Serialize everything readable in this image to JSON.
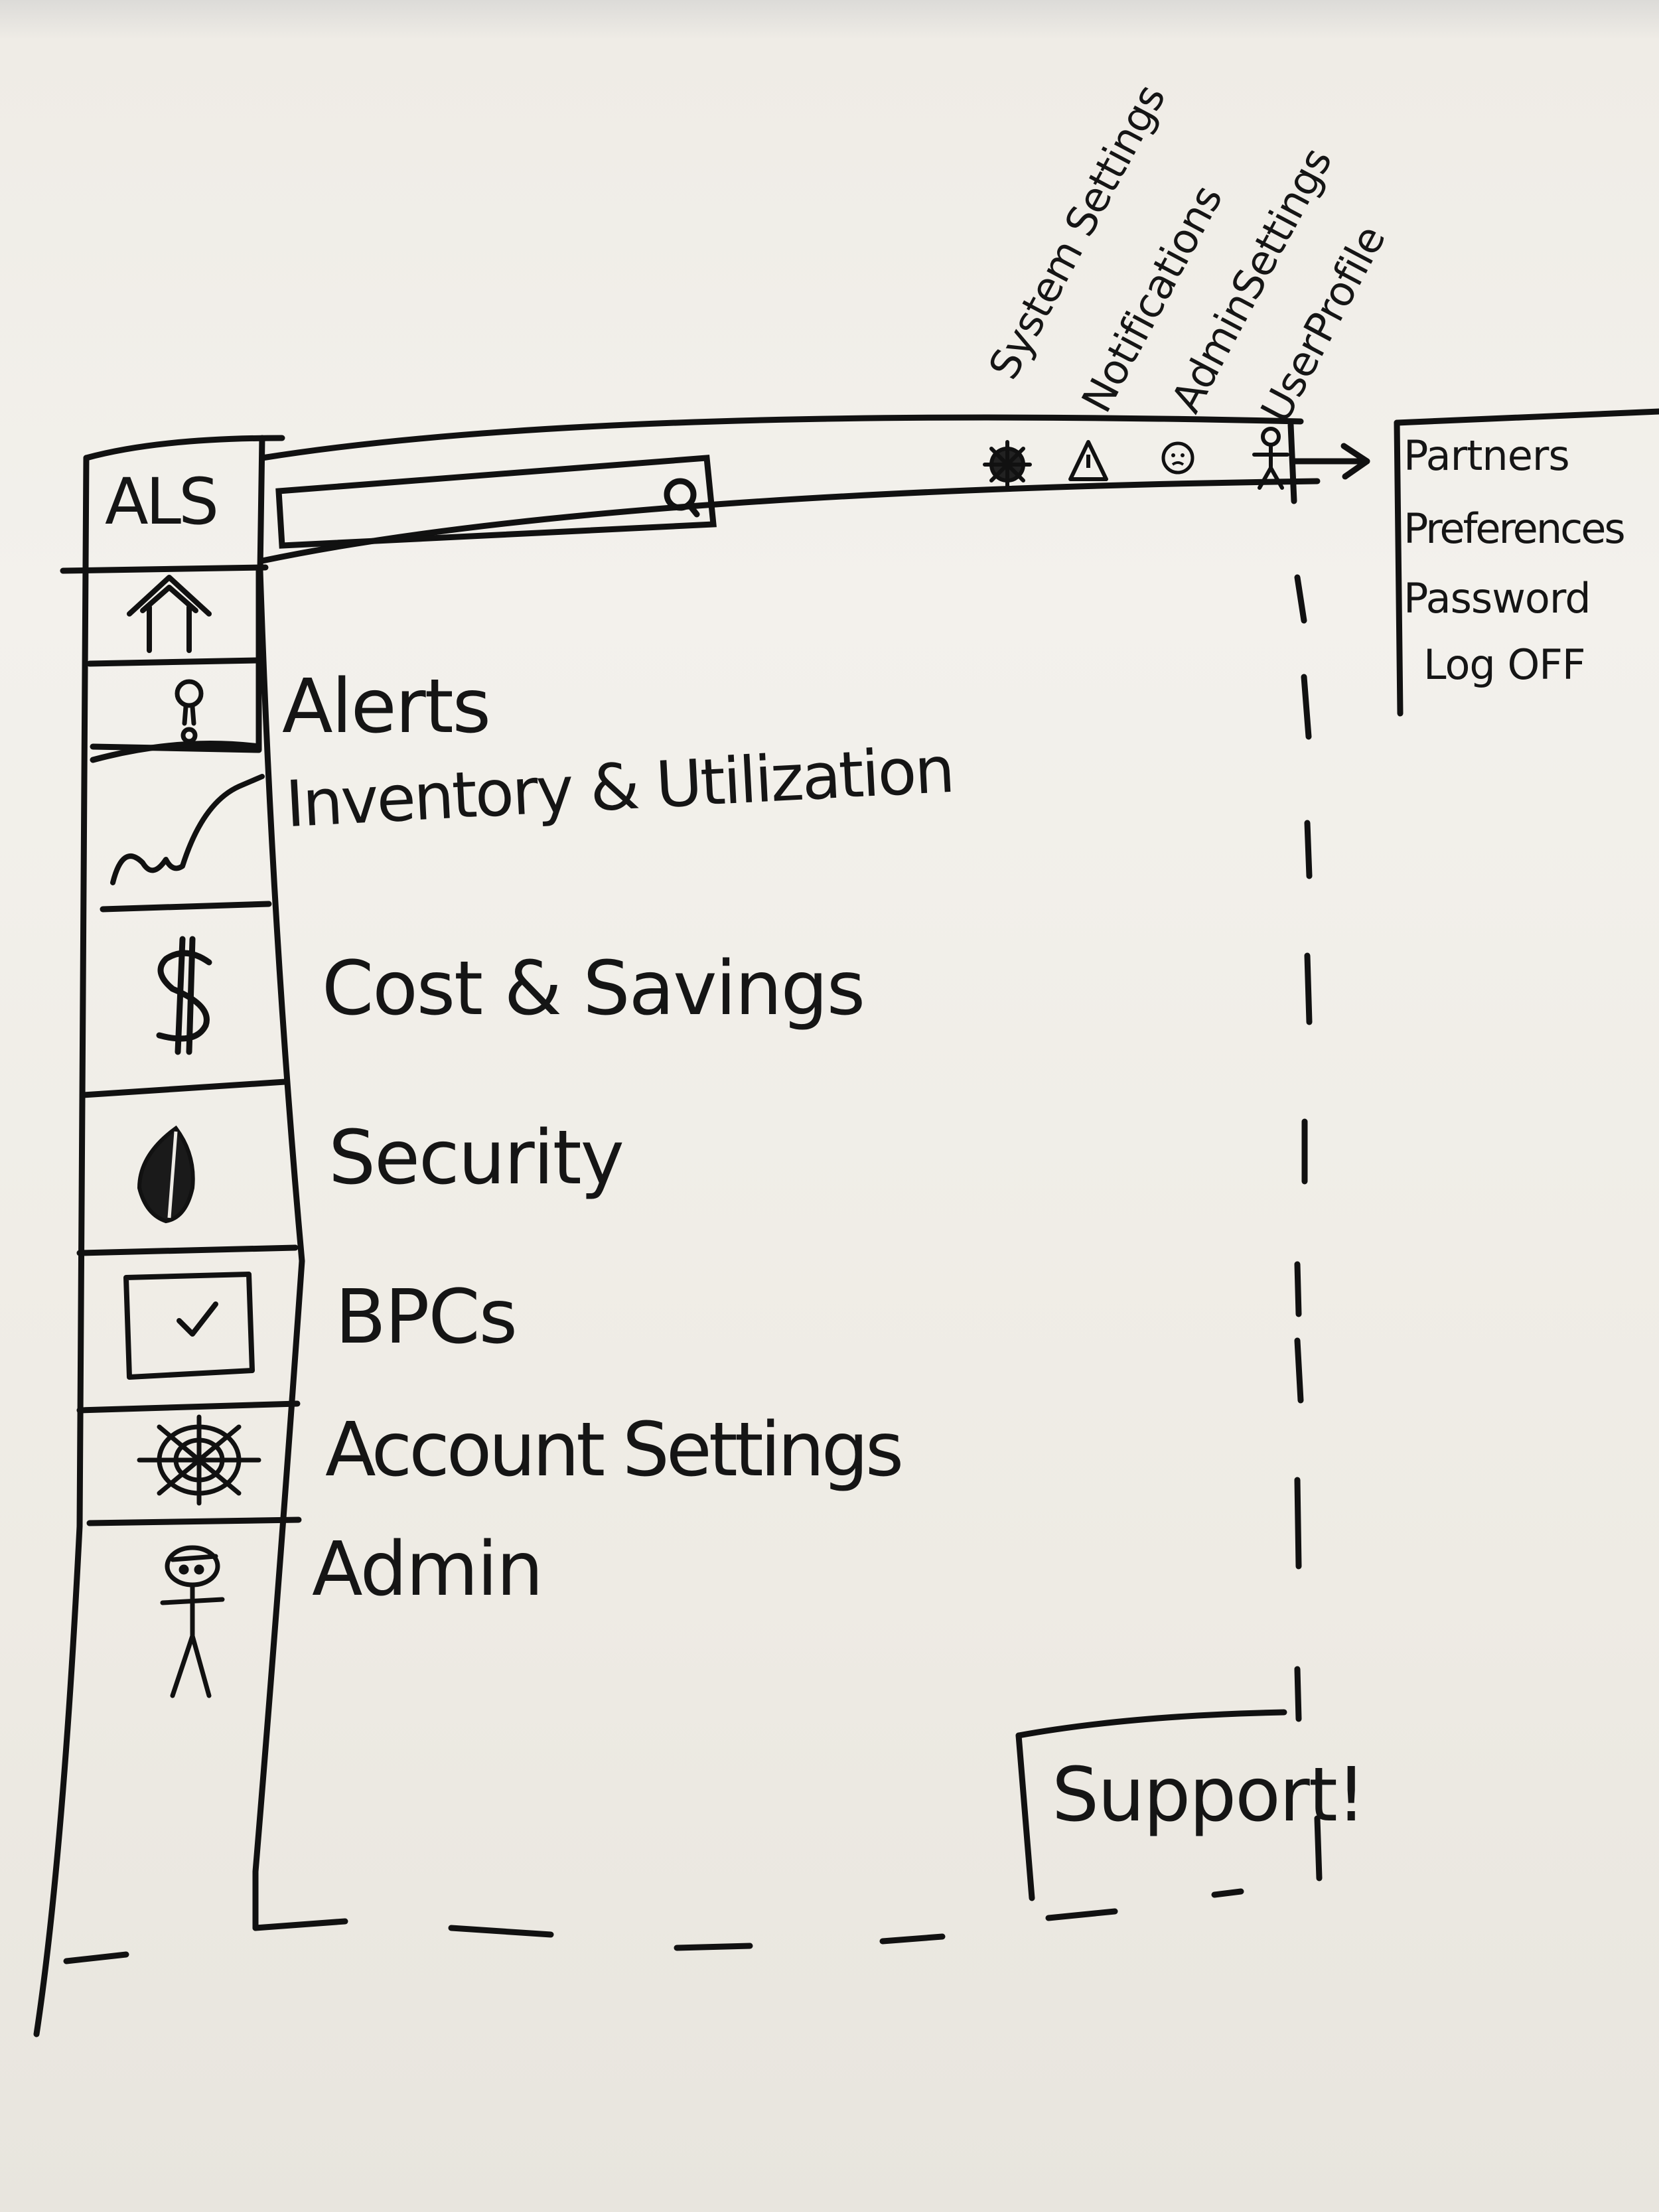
{
  "app": {
    "logo": "ALS"
  },
  "search": {
    "placeholder": "",
    "icon": "search-icon"
  },
  "top_bar": {
    "icons": [
      {
        "label": "System Settings",
        "icon": "gear-icon"
      },
      {
        "label": "Notifications",
        "icon": "alert-triangle-icon"
      },
      {
        "label": "AdminSettings",
        "icon": "admin-face-icon"
      },
      {
        "label": "UserProfile",
        "icon": "user-icon"
      }
    ]
  },
  "profile_menu": {
    "items": [
      "Partners",
      "Preferences",
      "Password",
      "Log OFF"
    ]
  },
  "sidebar": {
    "items": [
      {
        "label": "",
        "icon": "home-icon"
      },
      {
        "label": "Alerts",
        "icon": "alert-bulb-icon"
      },
      {
        "label": "Inventory & Utilization",
        "icon": "trend-line-icon"
      },
      {
        "label": "Cost & Savings",
        "icon": "dollar-icon"
      },
      {
        "label": "Security",
        "icon": "shield-icon"
      },
      {
        "label": "BPCs",
        "icon": "checkbox-icon"
      },
      {
        "label": "Account Settings",
        "icon": "gear-icon"
      },
      {
        "label": "Admin",
        "icon": "admin-person-icon"
      }
    ]
  },
  "support": {
    "label": "Support!"
  }
}
